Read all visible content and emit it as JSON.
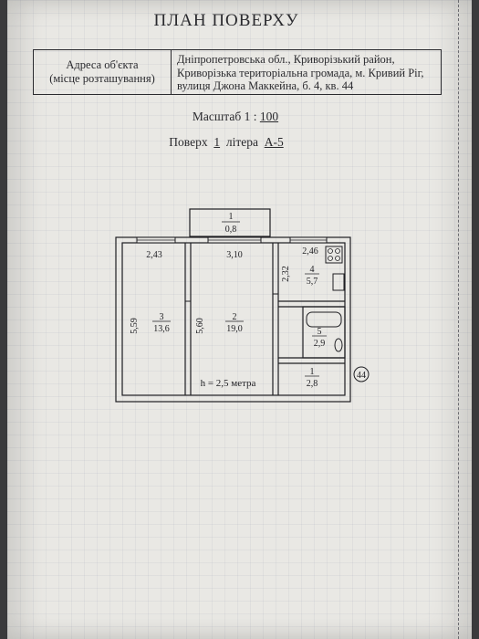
{
  "title": "ПЛАН ПОВЕРХУ",
  "address": {
    "label_line1": "Адреса об'єкта",
    "label_line2": "(місце розташування)",
    "value_line1": "Дніпропетровська обл., Криворізький район,",
    "value_line2": "Криворізька територіальна громада, м. Кривий Ріг,",
    "value_line3": "вулиця Джона Маккейна, б. 4, кв. 44"
  },
  "scale": {
    "label": "Масштаб 1 :",
    "value": "100"
  },
  "floor": {
    "label": "Поверх",
    "value": "1",
    "letter_label": "літера",
    "letter_value": "А-5"
  },
  "plan": {
    "balcony": {
      "number": "1",
      "area": "0,8"
    },
    "room3": {
      "number": "3",
      "area": "13,6",
      "width": "2,43",
      "length": "5,59"
    },
    "room2": {
      "number": "2",
      "area": "19,0",
      "width": "3,10",
      "length": "5,60"
    },
    "room4": {
      "number": "4",
      "area": "5,7",
      "width": "2,46",
      "length": "2,32"
    },
    "room5": {
      "number": "5",
      "area": "2,9"
    },
    "room1": {
      "number": "1",
      "area": "2,8"
    },
    "height": "h = 2,5 метра",
    "apartment_number": "44"
  }
}
